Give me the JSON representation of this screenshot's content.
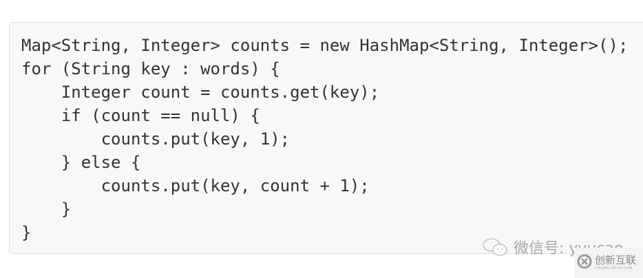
{
  "code_lines": [
    "Map<String, Integer> counts = new HashMap<String, Integer>();",
    "for (String key : words) {",
    "    Integer count = counts.get(key);",
    "    if (count == null) {",
    "        counts.put(key, 1);",
    "    } else {",
    "        counts.put(key, count + 1);",
    "    }",
    "}"
  ],
  "watermark": {
    "icon": "wechat-icon",
    "text": "微信号: yyucao"
  },
  "logo": {
    "icon": "chuangxin-logo-icon",
    "main": "创新互联",
    "sub": "CHUANG XIN HU LIAN"
  }
}
